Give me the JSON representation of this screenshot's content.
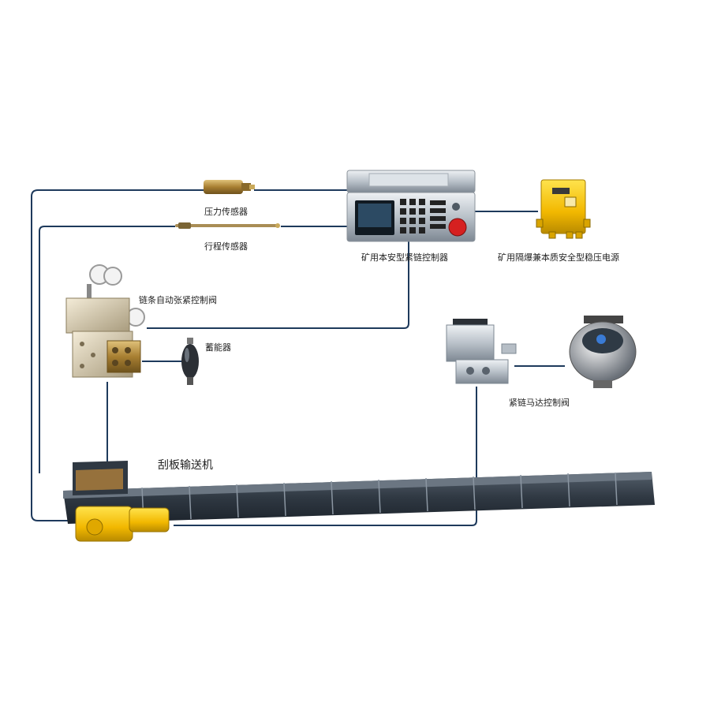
{
  "labels": {
    "pressure_sensor": "压力传感器",
    "stroke_sensor": "行程传感器",
    "controller": "矿用本安型紧链控制器",
    "power_supply": "矿用隔爆兼本质安全型稳压电源",
    "tension_valve": "链条自动张紧控制阀",
    "accumulator": "蓄能器",
    "motor_valve": "紧链马达控制阀",
    "conveyor": "刮板输送机"
  },
  "colors": {
    "wire": "#1e3a5c",
    "brass": "#b8954a",
    "yellow": "#f2c200",
    "steel": "#9aa3ad",
    "dark_steel": "#3c4650",
    "red": "#d62020"
  }
}
